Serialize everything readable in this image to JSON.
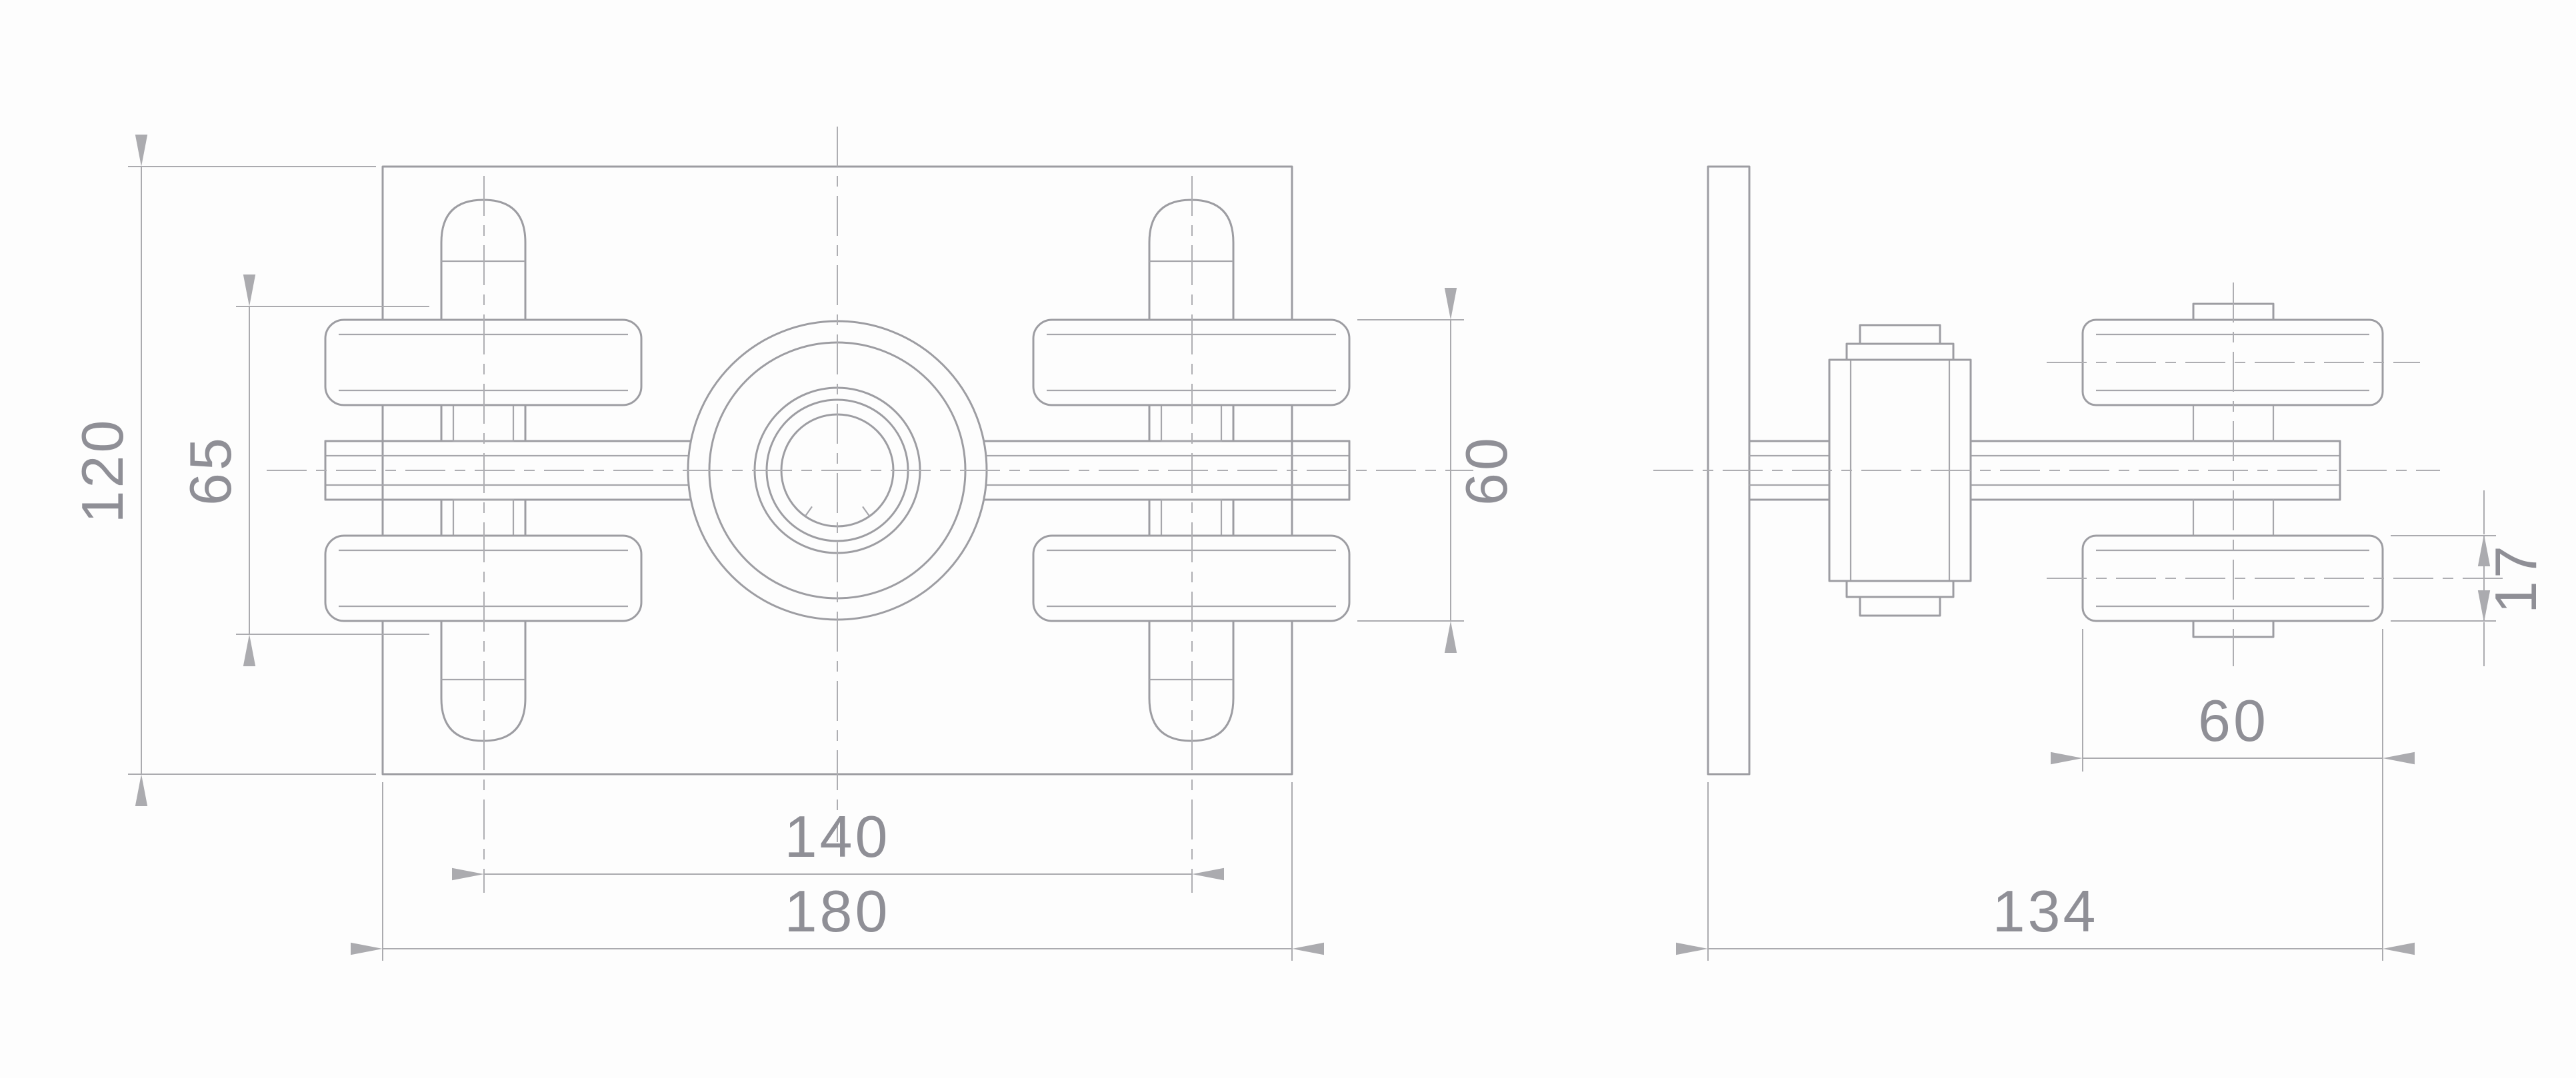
{
  "drawing": {
    "type": "technical-orthographic-drawing",
    "subject": "door roller bracket assembly, front view and side view",
    "colors": {
      "background": "#fdfdfd",
      "part_line": "#9d9da2",
      "dimension_line": "#ababaf",
      "centerline": "#aeaeb2",
      "dimension_text": "#8f8f96"
    },
    "front_view": {
      "dimensions": {
        "plate_height": "120",
        "roller_span": "65",
        "wheel_face_span": "60",
        "wheel_spacing": "140",
        "plate_width": "180"
      }
    },
    "side_view": {
      "dimensions": {
        "wheel_thickness": "17",
        "wheel_diameter": "60",
        "overall_depth": "134"
      }
    }
  }
}
